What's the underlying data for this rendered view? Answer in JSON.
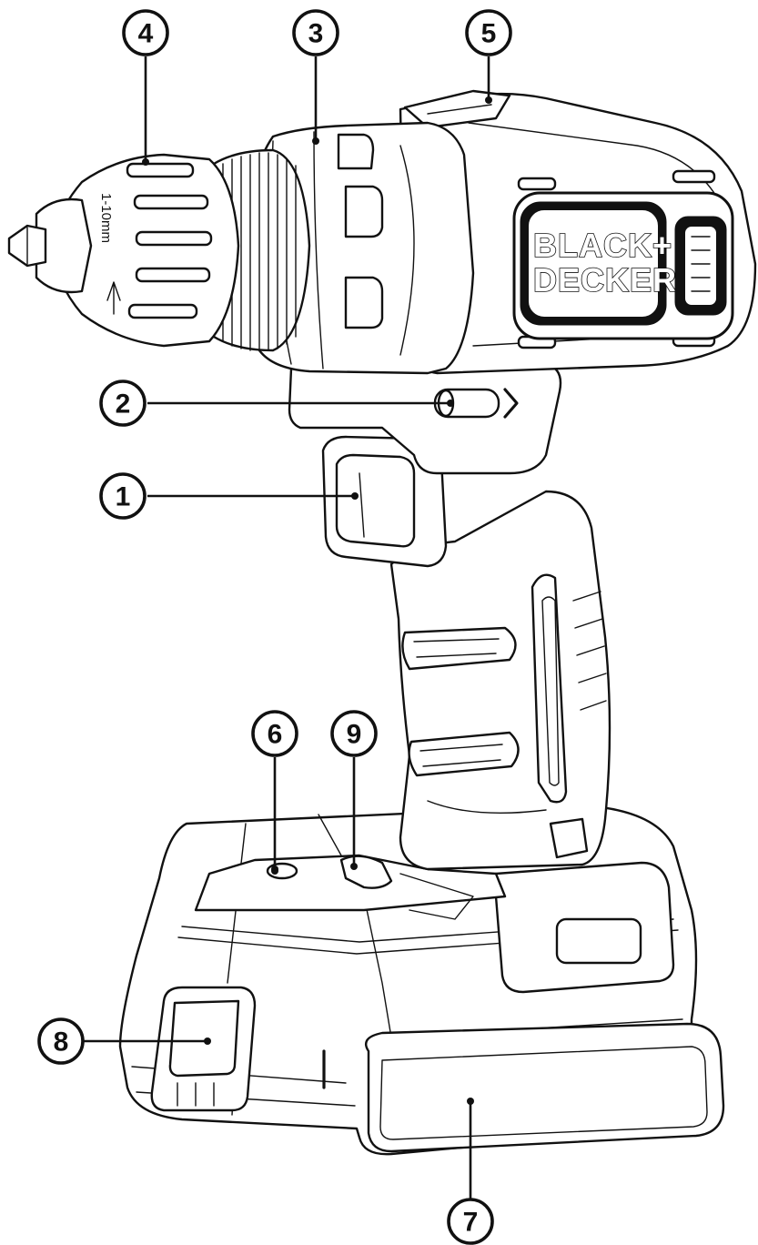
{
  "brand": {
    "line1": "BLACK+",
    "line2": "DECKER"
  },
  "chuck_marking": "1-10mm",
  "callouts": [
    {
      "id": "callout-1",
      "label": "1"
    },
    {
      "id": "callout-2",
      "label": "2"
    },
    {
      "id": "callout-3",
      "label": "3"
    },
    {
      "id": "callout-4",
      "label": "4"
    },
    {
      "id": "callout-5",
      "label": "5"
    },
    {
      "id": "callout-6",
      "label": "6"
    },
    {
      "id": "callout-7",
      "label": "7"
    },
    {
      "id": "callout-8",
      "label": "8"
    },
    {
      "id": "callout-9",
      "label": "9"
    }
  ]
}
